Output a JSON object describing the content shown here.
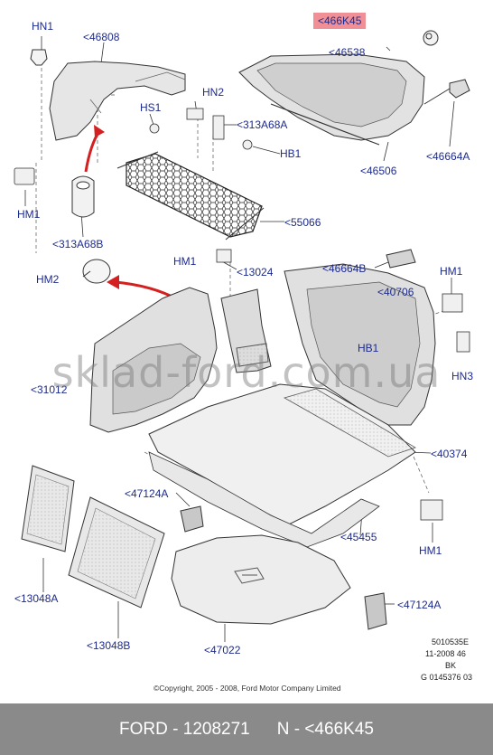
{
  "parts": {
    "hn1": "HN1",
    "p46808": "<46808",
    "hl_466k45": "<466K45",
    "p46538": "<46538",
    "hn2": "HN2",
    "hs1": "HS1",
    "p313a68a": "<313A68A",
    "hb1_top": "HB1",
    "p46664a_top": "<46664A",
    "p46506": "<46506",
    "hm1_left": "HM1",
    "p313a68b": "<313A68B",
    "p55066": "<55066",
    "hm2": "HM2",
    "hm1_mid": "HM1",
    "p13024": "<13024",
    "p46664b": "<46664B",
    "hm1_right": "HM1",
    "p40706": "<40706",
    "hb1_mid": "HB1",
    "hn3": "HN3",
    "p31012": "<31012",
    "p40374": "<40374",
    "p47124a_mid": "<47124A",
    "p45455": "<45455",
    "hm1_bottom": "HM1",
    "p13048a": "<13048A",
    "p13048b": "<13048B",
    "p47022": "<47022",
    "p47124a_bottom": "<47124A"
  },
  "meta": {
    "line1": "5010535E",
    "line2": "11-2008 46",
    "line3": "BK",
    "line4": "G 0145376 03"
  },
  "copyright": "©Copyright, 2005 - 2008, Ford Motor Company Limited",
  "watermark": "sklad-ford.com.ua",
  "footer": {
    "left": "FORD - 1208271",
    "right": "N - <466K45"
  },
  "colors": {
    "label": "#1d2b8f",
    "highlight": "#f08f96",
    "arrow": "#d42020",
    "footer_bg": "#8a8a8a"
  }
}
